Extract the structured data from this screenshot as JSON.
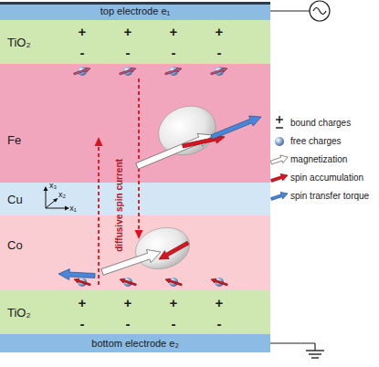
{
  "diagram": {
    "nodes": [
      {
        "text": [
          "top electrode e₁"
        ]
      },
      {
        "text": [
          "TiO₂"
        ]
      },
      {
        "text": [
          "Fe"
        ]
      },
      {
        "text": [
          "Cu"
        ]
      },
      {
        "text": [
          "Co"
        ]
      },
      {
        "text": [
          "TiO₂"
        ]
      },
      {
        "text": [
          "bottom electrode e₂"
        ]
      }
    ],
    "labels": [
      "+",
      "+",
      "+",
      "+",
      "-",
      "-",
      "-",
      "-",
      "x₁",
      "x₂",
      "x₃",
      "diffusive spin current",
      "+",
      "+",
      "+",
      "+",
      "-",
      "-",
      "-",
      "-"
    ],
    "legend": [
      {
        "text": "bound charges"
      },
      {
        "text": "free charges"
      },
      {
        "text": "magnetization"
      },
      {
        "text": "spin accumulation"
      },
      {
        "text": "spin transfer torque"
      }
    ]
  }
}
